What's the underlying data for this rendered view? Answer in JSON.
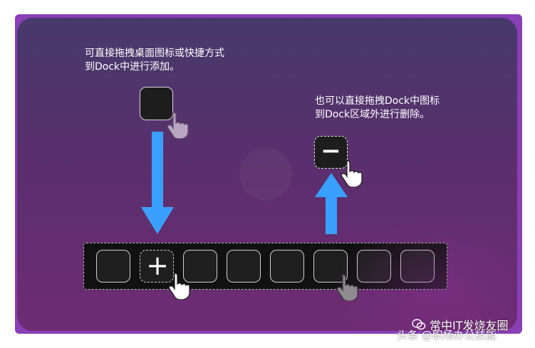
{
  "instructions": {
    "add_line1": "可直接拖拽桌面图标或快捷方式",
    "add_line2": "到Dock中进行添加。",
    "remove_line1": "也可以直接拖拽Dock中图标",
    "remove_line2": "到Dock区域外进行删除。"
  },
  "tiles": {
    "minus_glyph": "−",
    "plus_glyph": "+"
  },
  "dock": {
    "slot_count": 8
  },
  "watermark": {
    "text": "头条 @职场办公技能",
    "overlay": "常中IT发烧友圈"
  },
  "colors": {
    "arrow": "#3aa0ff",
    "card_top": "#473a6b",
    "card_bottom": "#6e2b73"
  }
}
